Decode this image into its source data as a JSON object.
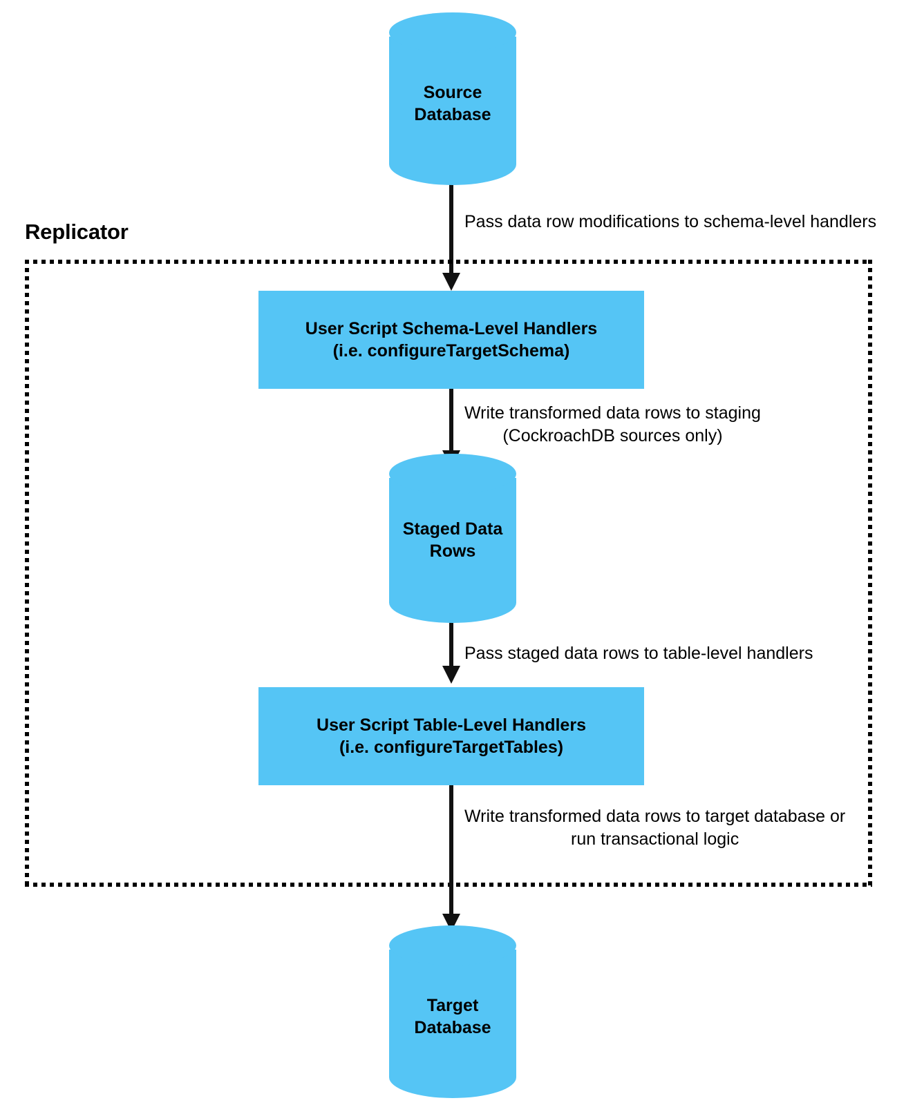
{
  "diagram": {
    "title": "Replicator",
    "boundary_label": "Replicator",
    "accent_color": "#55c5f5",
    "line_color": "#111111",
    "text_color": "#000000",
    "background_color": "#ffffff"
  },
  "nodes": {
    "source_database": {
      "label_line1": "Source",
      "label_line2": "Database",
      "shape": "cylinder"
    },
    "schema_handlers": {
      "label_line1": "User Script Schema-Level Handlers",
      "label_line2": "(i.e. configureTargetSchema)",
      "shape": "rectangle"
    },
    "staged_data_rows": {
      "label_line1": "Staged Data",
      "label_line2": "Rows",
      "shape": "cylinder"
    },
    "table_handlers": {
      "label_line1": "User Script Table-Level Handlers",
      "label_line2": "(i.e. configureTargetTables)",
      "shape": "rectangle"
    },
    "target_database": {
      "label_line1": "Target",
      "label_line2": "Database",
      "shape": "cylinder"
    }
  },
  "edges": {
    "source_to_schema": {
      "line1": "Pass data row modifications to schema-level handlers",
      "line2": ""
    },
    "schema_to_staged": {
      "line1": "Write transformed data rows to staging",
      "line2": "(CockroachDB sources only)"
    },
    "staged_to_table": {
      "line1": "Pass staged data rows to table-level handlers",
      "line2": ""
    },
    "table_to_target": {
      "line1": "Write transformed data rows to target database or",
      "line2": "run transactional logic"
    }
  }
}
